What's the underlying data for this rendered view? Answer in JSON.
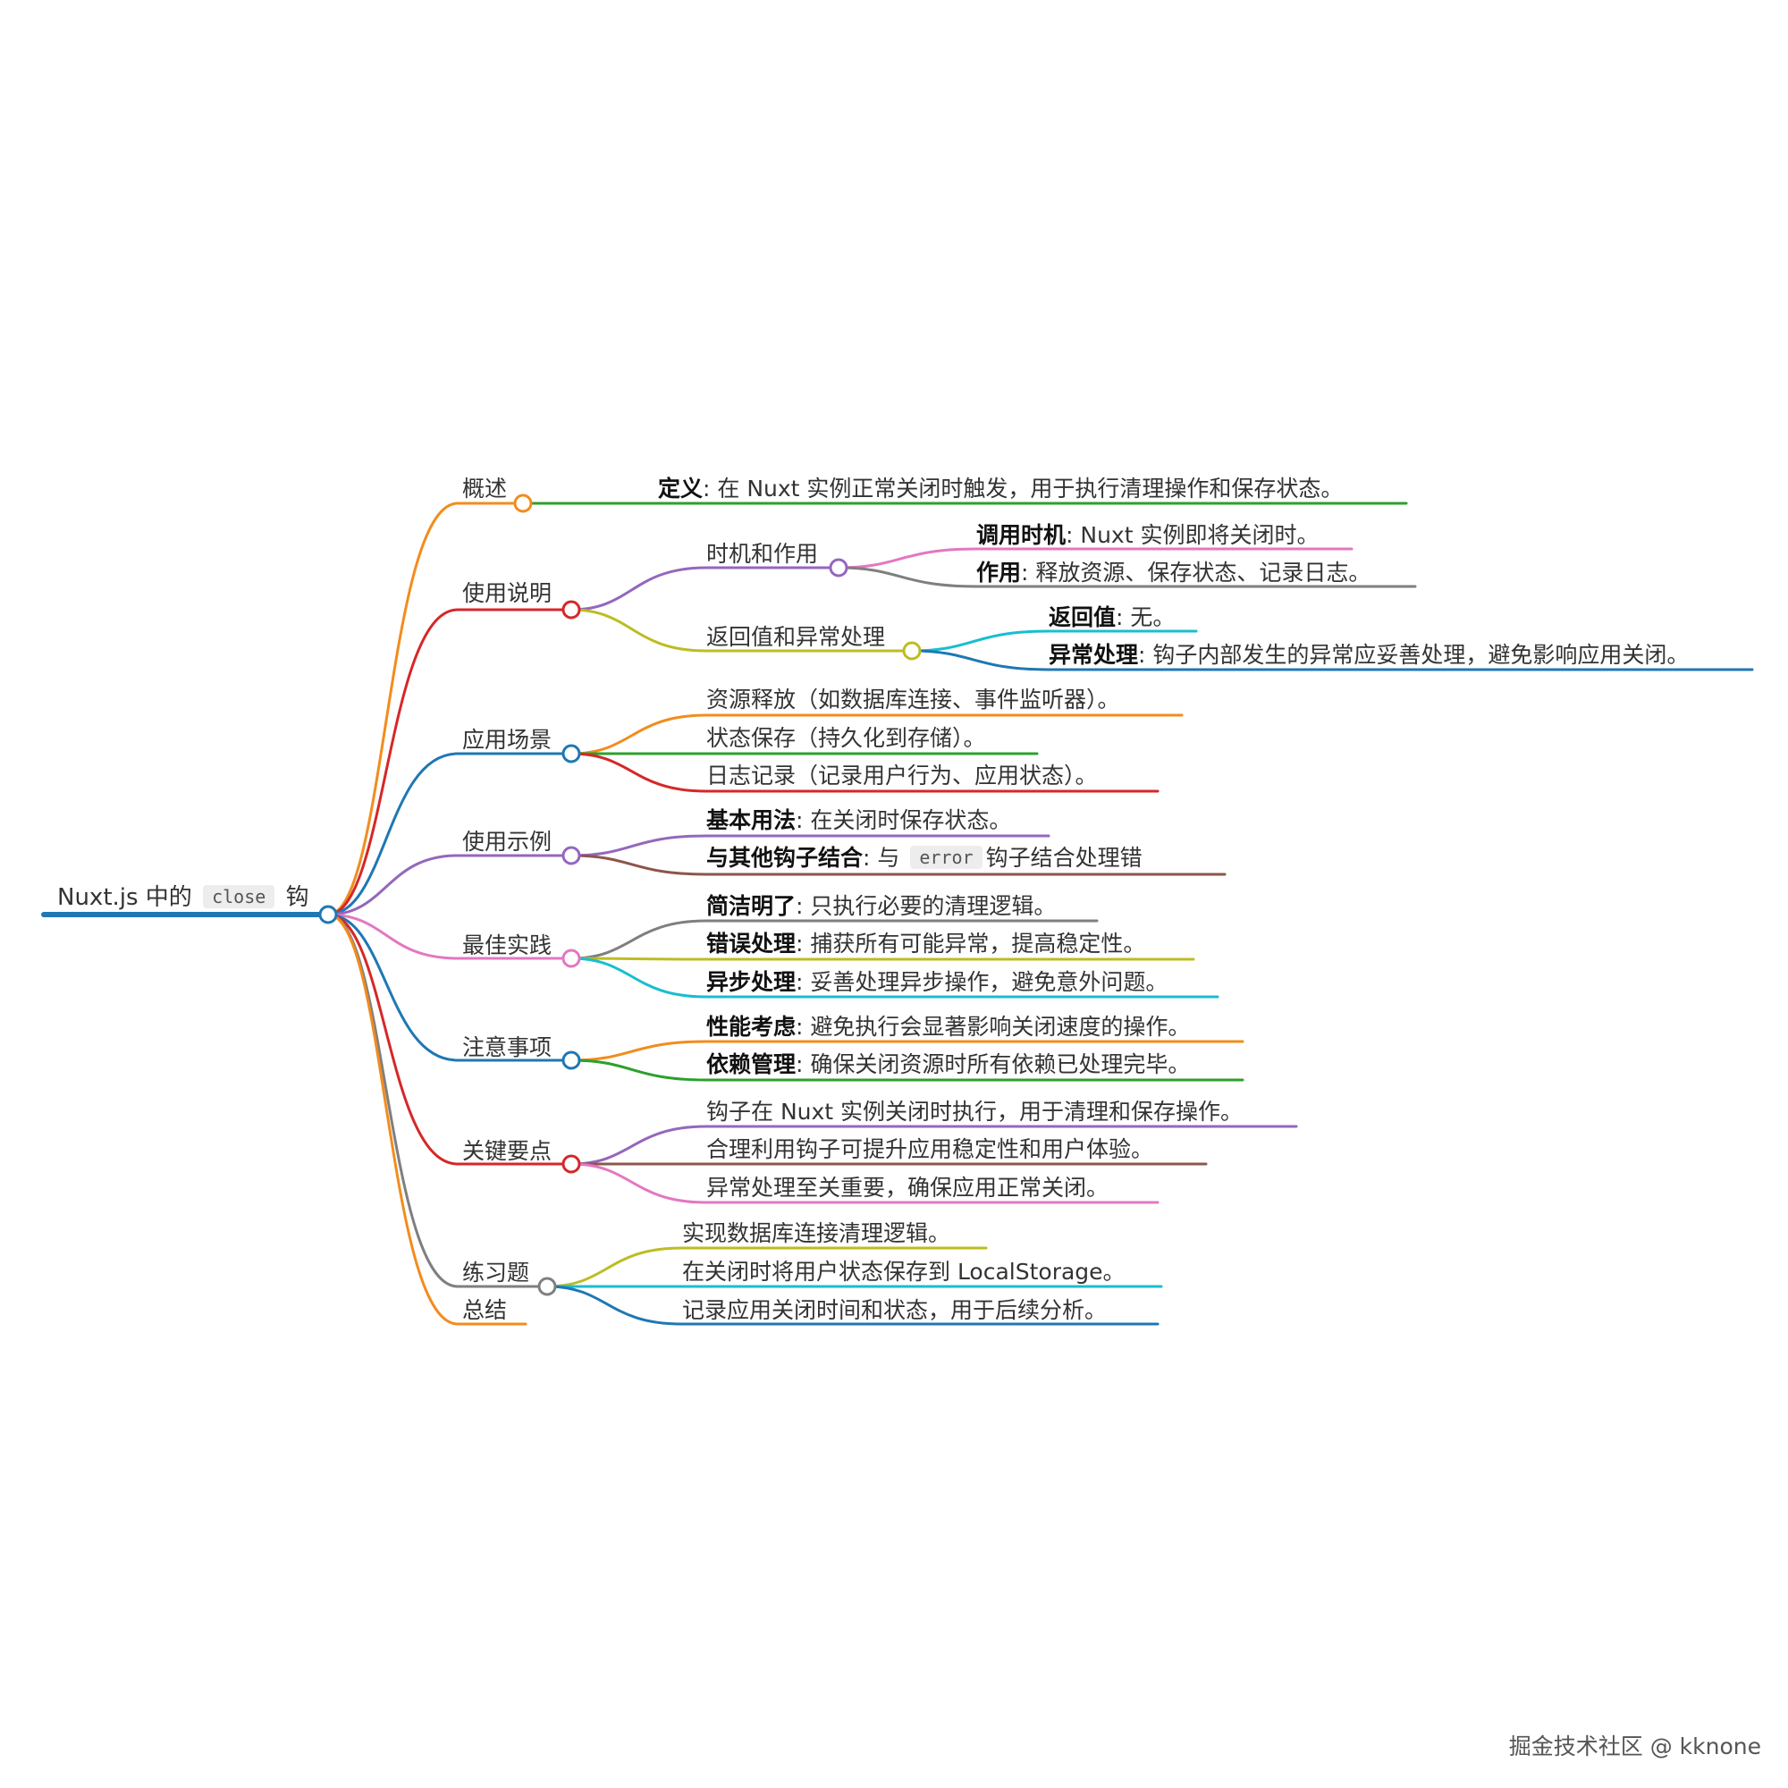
{
  "title": {
    "prefix": "Nuxt.js 中的",
    "code": "close",
    "suffix": "钩"
  },
  "branches": [
    {
      "label": "概述",
      "color": "#f28c1d",
      "children": [
        {
          "key": "定义",
          "text": ": 在 Nuxt 实例正常关闭时触发，用于执行清理操作和保存状态。",
          "color": "#2ca02c"
        }
      ]
    },
    {
      "label": "使用说明",
      "color": "#d62728",
      "children": [
        {
          "label": "时机和作用",
          "color": "#9467bd",
          "children": [
            {
              "key": "调用时机",
              "text": ": Nuxt 实例即将关闭时。",
              "color": "#e377c2"
            },
            {
              "key": "作用",
              "text": ": 释放资源、保存状态、记录日志。",
              "color": "#7f7f7f"
            }
          ]
        },
        {
          "label": "返回值和异常处理",
          "color": "#bcbd22",
          "children": [
            {
              "key": "返回值",
              "text": ": 无。",
              "color": "#17becf"
            },
            {
              "key": "异常处理",
              "text": ": 钩子内部发生的异常应妥善处理，避免影响应用关闭。",
              "color": "#1f77b4"
            }
          ]
        }
      ]
    },
    {
      "label": "应用场景",
      "color": "#1f77b4",
      "children": [
        {
          "text": "资源释放（如数据库连接、事件监听器）。",
          "color": "#f28c1d"
        },
        {
          "text": "状态保存（持久化到存储）。",
          "color": "#2ca02c"
        },
        {
          "text": "日志记录（记录用户行为、应用状态）。",
          "color": "#d62728"
        }
      ]
    },
    {
      "label": "使用示例",
      "color": "#9467bd",
      "children": [
        {
          "key": "基本用法",
          "text": ": 在关闭时保存状态。",
          "color": "#9467bd"
        },
        {
          "key": "与其他钩子结合",
          "text": ": 与",
          "code": "error",
          "tail": "钩子结合处理错",
          "color": "#8c564b"
        }
      ]
    },
    {
      "label": "最佳实践",
      "color": "#e377c2",
      "children": [
        {
          "key": "简洁明了",
          "text": ": 只执行必要的清理逻辑。",
          "color": "#7f7f7f"
        },
        {
          "key": "错误处理",
          "text": ": 捕获所有可能异常，提高稳定性。",
          "color": "#bcbd22"
        },
        {
          "key": "异步处理",
          "text": ": 妥善处理异步操作，避免意外问题。",
          "color": "#17becf"
        }
      ]
    },
    {
      "label": "注意事项",
      "color": "#1f77b4",
      "children": [
        {
          "key": "性能考虑",
          "text": ": 避免执行会显著影响关闭速度的操作。",
          "color": "#f28c1d"
        },
        {
          "key": "依赖管理",
          "text": ": 确保关闭资源时所有依赖已处理完毕。",
          "color": "#2ca02c"
        }
      ]
    },
    {
      "label": "关键要点",
      "color": "#d62728",
      "children": [
        {
          "text": "钩子在 Nuxt 实例关闭时执行，用于清理和保存操作。",
          "color": "#9467bd"
        },
        {
          "text": "合理利用钩子可提升应用稳定性和用户体验。",
          "color": "#8c564b"
        },
        {
          "text": "异常处理至关重要，确保应用正常关闭。",
          "color": "#e377c2"
        }
      ]
    },
    {
      "label": "练习题",
      "color": "#7f7f7f",
      "children": [
        {
          "text": "实现数据库连接清理逻辑。",
          "color": "#bcbd22"
        },
        {
          "text": "在关闭时将用户状态保存到 LocalStorage。",
          "color": "#17becf"
        },
        {
          "text": "记录应用关闭时间和状态，用于后续分析。",
          "color": "#1f77b4"
        }
      ]
    },
    {
      "label": "总结",
      "color": "#f28c1d",
      "children": []
    }
  ],
  "footer": "掘金技术社区 @ kknone"
}
